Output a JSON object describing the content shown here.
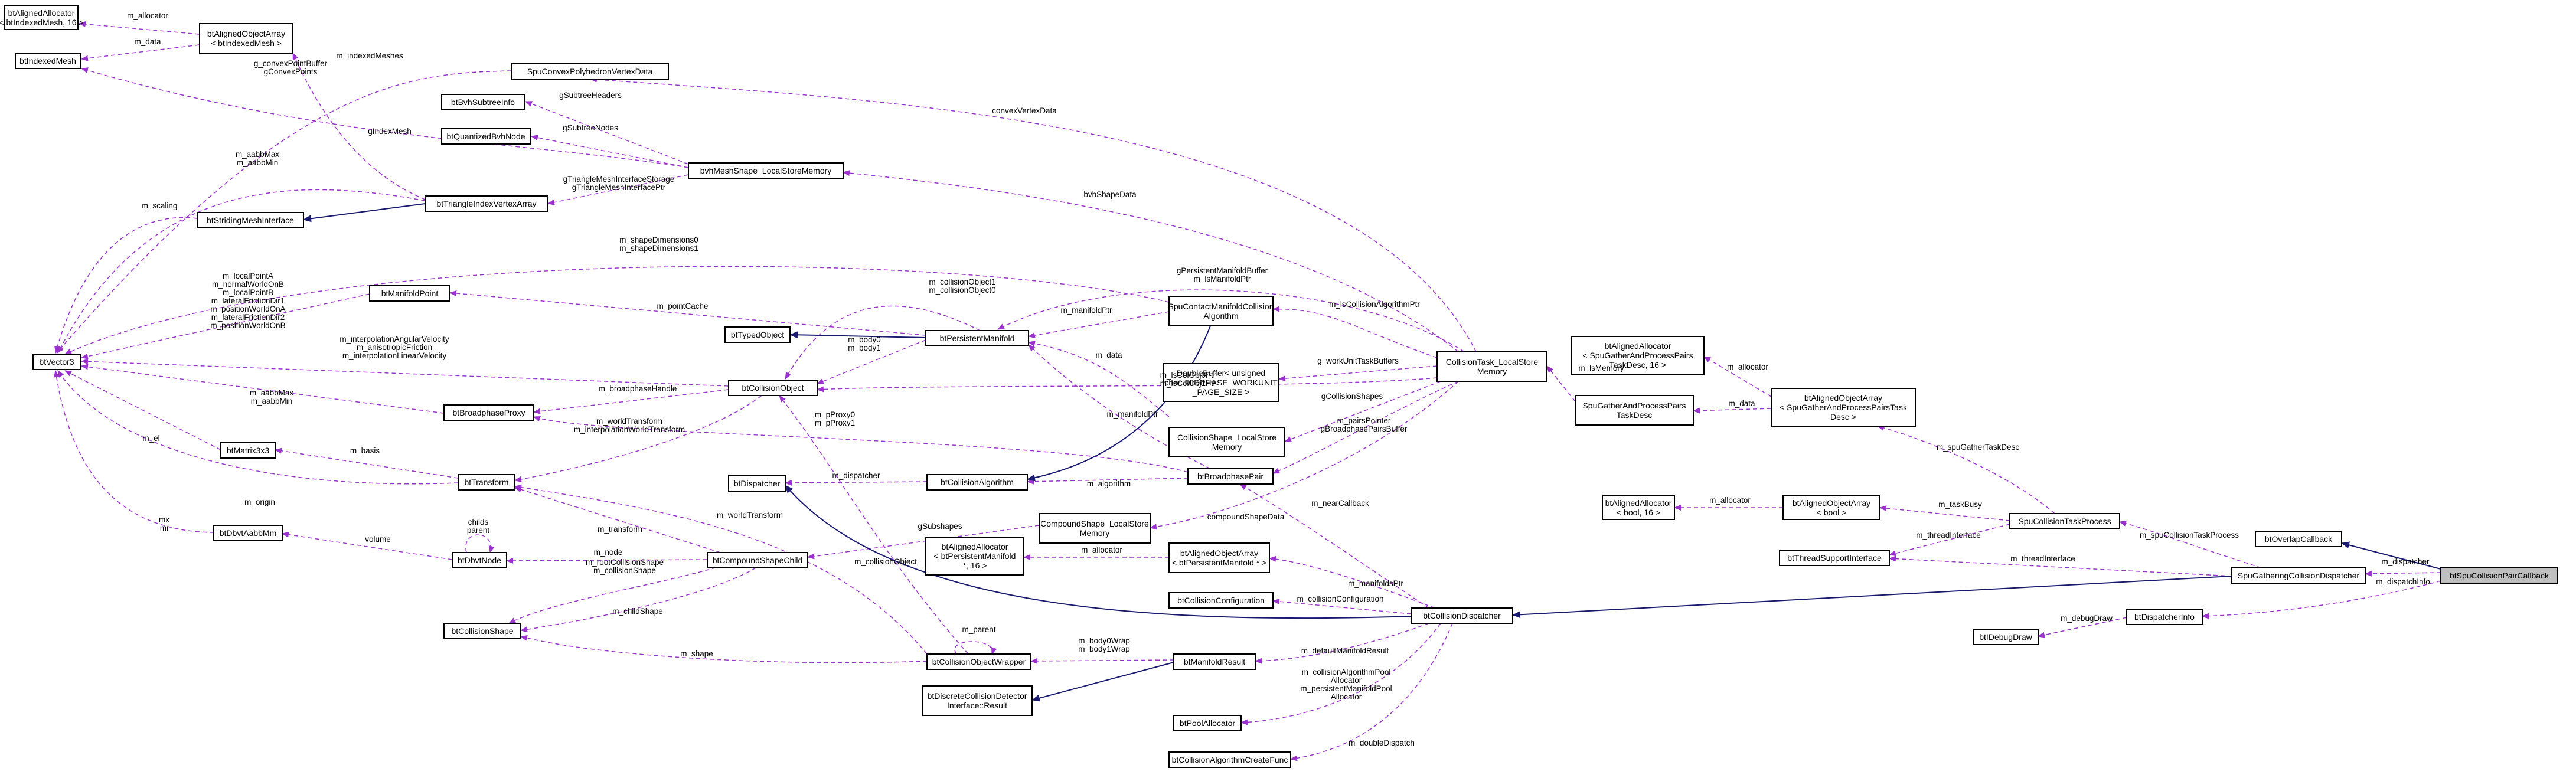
{
  "colors": {
    "usage_edge": "#9a32cd",
    "inherit_edge": "#191970",
    "node_border": "#000000",
    "node_fill": "#ffffff",
    "highlight_fill": "#bfbfbf"
  },
  "nodes": [
    {
      "id": "alloc_mesh",
      "lines": [
        "btAlignedAllocator",
        "< btIndexedMesh, 16 >"
      ]
    },
    {
      "id": "indexedmesh",
      "lines": [
        "btIndexedMesh"
      ]
    },
    {
      "id": "arr_mesh",
      "lines": [
        "btAlignedObjectArray",
        "< btIndexedMesh >"
      ]
    },
    {
      "id": "spuconvex",
      "lines": [
        "SpuConvexPolyhedronVertexData"
      ]
    },
    {
      "id": "bvhsubtree",
      "lines": [
        "btBvhSubtreeInfo"
      ]
    },
    {
      "id": "quantbvh",
      "lines": [
        "btQuantizedBvhNode"
      ]
    },
    {
      "id": "bvhmesh",
      "lines": [
        "bvhMeshShape_LocalStoreMemory"
      ]
    },
    {
      "id": "trivertex",
      "lines": [
        "btTriangleIndexVertexArray"
      ]
    },
    {
      "id": "stridingmesh",
      "lines": [
        "btStridingMeshInterface"
      ]
    },
    {
      "id": "vector3",
      "lines": [
        "btVector3"
      ]
    },
    {
      "id": "manifoldpoint",
      "lines": [
        "btManifoldPoint"
      ]
    },
    {
      "id": "typedobject",
      "lines": [
        "btTypedObject"
      ]
    },
    {
      "id": "persistentmanifold",
      "lines": [
        "btPersistentManifold"
      ]
    },
    {
      "id": "spucontact",
      "lines": [
        "SpuContactManifoldCollision",
        "Algorithm"
      ]
    },
    {
      "id": "doublebuffer",
      "lines": [
        "DoubleBuffer< unsigned",
        "char, MIDPHASE_WORKUNIT",
        "_PAGE_SIZE >"
      ]
    },
    {
      "id": "collisiontask",
      "lines": [
        "CollisionTask_LocalStore",
        "Memory"
      ]
    },
    {
      "id": "alloc_gather",
      "lines": [
        "btAlignedAllocator",
        "< SpuGatherAndProcessPairs",
        "TaskDesc, 16 >"
      ]
    },
    {
      "id": "spugatherdesc",
      "lines": [
        "SpuGatherAndProcessPairs",
        "TaskDesc"
      ]
    },
    {
      "id": "arr_gather",
      "lines": [
        "btAlignedObjectArray",
        "< SpuGatherAndProcessPairsTask",
        "Desc >"
      ]
    },
    {
      "id": "collisionobject",
      "lines": [
        "btCollisionObject"
      ]
    },
    {
      "id": "broadphaseproxy",
      "lines": [
        "btBroadphaseProxy"
      ]
    },
    {
      "id": "collisionshape_ls",
      "lines": [
        "CollisionShape_LocalStore",
        "Memory"
      ]
    },
    {
      "id": "matrix3x3",
      "lines": [
        "btMatrix3x3"
      ]
    },
    {
      "id": "transform",
      "lines": [
        "btTransform"
      ]
    },
    {
      "id": "dispatcher",
      "lines": [
        "btDispatcher"
      ]
    },
    {
      "id": "collisionalgorithm",
      "lines": [
        "btCollisionAlgorithm"
      ]
    },
    {
      "id": "broadphasepair",
      "lines": [
        "btBroadphasePair"
      ]
    },
    {
      "id": "alloc_bool",
      "lines": [
        "btAlignedAllocator",
        "< bool, 16 >"
      ]
    },
    {
      "id": "arr_bool",
      "lines": [
        "btAlignedObjectArray",
        "< bool >"
      ]
    },
    {
      "id": "spucollisiontask",
      "lines": [
        "SpuCollisionTaskProcess"
      ]
    },
    {
      "id": "dbvtaabbmm",
      "lines": [
        "btDbvtAabbMm"
      ]
    },
    {
      "id": "compoundls",
      "lines": [
        "CompoundShape_LocalStore",
        "Memory"
      ]
    },
    {
      "id": "overlapcallback",
      "lines": [
        "btOverlapCallback"
      ]
    },
    {
      "id": "threadsupport",
      "lines": [
        "btThreadSupportInterface"
      ]
    },
    {
      "id": "dbvtnode",
      "lines": [
        "btDbvtNode"
      ]
    },
    {
      "id": "compoundchild",
      "lines": [
        "btCompoundShapeChild"
      ]
    },
    {
      "id": "alloc_pm",
      "lines": [
        "btAlignedAllocator",
        "< btPersistentManifold",
        "*, 16 >"
      ]
    },
    {
      "id": "arr_pm",
      "lines": [
        "btAlignedObjectArray",
        "< btPersistentManifold * >"
      ]
    },
    {
      "id": "spugathering",
      "lines": [
        "SpuGatheringCollisionDispatcher"
      ]
    },
    {
      "id": "spupaircallback",
      "lines": [
        "btSpuCollisionPairCallback"
      ]
    },
    {
      "id": "collisionconfig",
      "lines": [
        "btCollisionConfiguration"
      ]
    },
    {
      "id": "collisiondispatcher",
      "lines": [
        "btCollisionDispatcher"
      ]
    },
    {
      "id": "dispatcherinfo",
      "lines": [
        "btDispatcherInfo"
      ]
    },
    {
      "id": "collisionshape",
      "lines": [
        "btCollisionShape"
      ]
    },
    {
      "id": "debugdraw",
      "lines": [
        "btIDebugDraw"
      ]
    },
    {
      "id": "objwrapper",
      "lines": [
        "btCollisionObjectWrapper"
      ]
    },
    {
      "id": "manifoldresult",
      "lines": [
        "btManifoldResult"
      ]
    },
    {
      "id": "discreteresult",
      "lines": [
        "btDiscreteCollisionDetector",
        "Interface::Result"
      ]
    },
    {
      "id": "poolalloc",
      "lines": [
        "btPoolAllocator"
      ]
    },
    {
      "id": "createfunc",
      "lines": [
        "btCollisionAlgorithmCreateFunc"
      ]
    }
  ],
  "edges": [
    {
      "id": "e_alloc_mesh",
      "labels": [
        "m_allocator"
      ]
    },
    {
      "id": "e_data_mesh",
      "labels": [
        "m_data"
      ]
    },
    {
      "id": "e_indexedmeshes",
      "labels": [
        "m_indexedMeshes"
      ]
    },
    {
      "id": "e_convexbuf",
      "labels": [
        "g_convexPointBuffer",
        "gConvexPoints"
      ]
    },
    {
      "id": "e_gindexmesh",
      "labels": [
        "gIndexMesh"
      ]
    },
    {
      "id": "e_subtreeheaders",
      "labels": [
        "gSubtreeHeaders"
      ]
    },
    {
      "id": "e_subtreenodes",
      "labels": [
        "gSubtreeNodes"
      ]
    },
    {
      "id": "e_trimeshstorage",
      "labels": [
        "gTriangleMeshInterfaceStorage",
        "gTriangleMeshInterfacePtr"
      ]
    },
    {
      "id": "e_aabbmax1",
      "labels": [
        "m_aabbMax",
        "m_aabbMin"
      ]
    },
    {
      "id": "e_scaling",
      "labels": [
        "m_scaling"
      ]
    },
    {
      "id": "e_shapedims",
      "labels": [
        "m_shapeDimensions0",
        "m_shapeDimensions1"
      ]
    },
    {
      "id": "e_manifoldpoint_vec",
      "labels": [
        "m_localPointA",
        "m_normalWorldOnB",
        "m_localPointB",
        "m_lateralFrictionDir1",
        "m_positionWorldOnA",
        "m_lateralFrictionDir2",
        "m_positionWorldOnB"
      ]
    },
    {
      "id": "e_velocity",
      "labels": [
        "m_interpolationAngularVelocity",
        "m_anisotropicFriction",
        "m_interpolationLinearVelocity"
      ]
    },
    {
      "id": "e_aabbmax2",
      "labels": [
        "m_aabbMax",
        "m_aabbMin"
      ]
    },
    {
      "id": "e_el",
      "labels": [
        "m_el"
      ]
    },
    {
      "id": "e_origin",
      "labels": [
        "m_origin"
      ]
    },
    {
      "id": "e_mx",
      "labels": [
        "mx",
        "mi"
      ]
    },
    {
      "id": "e_convexvertexdata",
      "labels": [
        "convexVertexData"
      ]
    },
    {
      "id": "e_bvhshapedata",
      "labels": [
        "bvhShapeData"
      ]
    },
    {
      "id": "e_persistentbuffer",
      "labels": [
        "gPersistentManifoldBuffer",
        "m_lsManifoldPtr"
      ]
    },
    {
      "id": "e_collobj10",
      "labels": [
        "m_collisionObject1",
        "m_collisionObject0"
      ]
    },
    {
      "id": "e_pointcache",
      "labels": [
        "m_pointCache"
      ]
    },
    {
      "id": "e_manifoldptr",
      "labels": [
        "m_manifoldPtr"
      ]
    },
    {
      "id": "e_lscollalgo",
      "labels": [
        "m_lsCollisionAlgorithmPtr"
      ]
    },
    {
      "id": "e_body01",
      "labels": [
        "m_body0",
        "m_body1"
      ]
    },
    {
      "id": "e_data_pm",
      "labels": [
        "m_data"
      ]
    },
    {
      "id": "e_workunit",
      "labels": [
        "g_workUnitTaskBuffers"
      ]
    },
    {
      "id": "e_lsmemory",
      "labels": [
        "m_lsMemory"
      ]
    },
    {
      "id": "e_alloc_gather",
      "labels": [
        "m_allocator"
      ]
    },
    {
      "id": "e_data_gather",
      "labels": [
        "m_data"
      ]
    },
    {
      "id": "e_broadphasehandle",
      "labels": [
        "m_broadphaseHandle"
      ]
    },
    {
      "id": "e_worldtransform",
      "labels": [
        "m_worldTransform",
        "m_interpolationWorldTransform"
      ]
    },
    {
      "id": "e_collobjptr",
      "labels": [
        "m_lsColObj0Ptr",
        "m_lsColObj1Ptr"
      ]
    },
    {
      "id": "e_gcollisionshapes",
      "labels": [
        "gCollisionShapes"
      ]
    },
    {
      "id": "e_manifoldptr2",
      "labels": [
        "m_manifoldPtr"
      ]
    },
    {
      "id": "e_pairsptr",
      "labels": [
        "m_pairsPointer",
        "gBroadphasePairsBuffer"
      ]
    },
    {
      "id": "e_pproxy",
      "labels": [
        "m_pProxy0",
        "m_pProxy1"
      ]
    },
    {
      "id": "e_basis",
      "labels": [
        "m_basis"
      ]
    },
    {
      "id": "e_spugathertask",
      "labels": [
        "m_spuGatherTaskDesc"
      ]
    },
    {
      "id": "e_dispatcher",
      "labels": [
        "m_dispatcher"
      ]
    },
    {
      "id": "e_algorithm",
      "labels": [
        "m_algorithm"
      ]
    },
    {
      "id": "e_nearcallback",
      "labels": [
        "m_nearCallback"
      ]
    },
    {
      "id": "e_alloc_bool",
      "labels": [
        "m_allocator"
      ]
    },
    {
      "id": "e_taskbusy",
      "labels": [
        "m_taskBusy"
      ]
    },
    {
      "id": "e_volume",
      "labels": [
        "volume"
      ]
    },
    {
      "id": "e_childs",
      "labels": [
        "childs",
        "parent"
      ]
    },
    {
      "id": "e_transform",
      "labels": [
        "m_transform"
      ]
    },
    {
      "id": "e_gsubshapes",
      "labels": [
        "gSubshapes"
      ]
    },
    {
      "id": "e_worldtransform2",
      "labels": [
        "m_worldTransform"
      ]
    },
    {
      "id": "e_compounddata",
      "labels": [
        "compoundShapeData"
      ]
    },
    {
      "id": "e_threadinterface",
      "labels": [
        "m_threadInterface"
      ]
    },
    {
      "id": "e_spucollisiontask",
      "labels": [
        "m_spuCollisionTaskProcess"
      ]
    },
    {
      "id": "e_node",
      "labels": [
        "m_node"
      ]
    },
    {
      "id": "e_rootcollshape",
      "labels": [
        "m_rootCollisionShape",
        "m_collisionShape"
      ]
    },
    {
      "id": "e_collisionobject",
      "labels": [
        "m_collisionObject"
      ]
    },
    {
      "id": "e_alloc_pm",
      "labels": [
        "m_allocator"
      ]
    },
    {
      "id": "e_manifoldsptr",
      "labels": [
        "m_manifoldsPtr"
      ]
    },
    {
      "id": "e_threadinterface2",
      "labels": [
        "m_threadInterface"
      ]
    },
    {
      "id": "e_dispatcher2",
      "labels": [
        "m_dispatcher"
      ]
    },
    {
      "id": "e_dispatchinfo",
      "labels": [
        "m_dispatchInfo"
      ]
    },
    {
      "id": "e_collconfig",
      "labels": [
        "m_collisionConfiguration"
      ]
    },
    {
      "id": "e_childshape",
      "labels": [
        "m_childShape"
      ]
    },
    {
      "id": "e_debugdraw",
      "labels": [
        "m_debugDraw"
      ]
    },
    {
      "id": "e_shape",
      "labels": [
        "m_shape"
      ]
    },
    {
      "id": "e_parent",
      "labels": [
        "m_parent"
      ]
    },
    {
      "id": "e_bodywrap",
      "labels": [
        "m_body0Wrap",
        "m_body1Wrap"
      ]
    },
    {
      "id": "e_defaultmanifold",
      "labels": [
        "m_defaultManifoldResult"
      ]
    },
    {
      "id": "e_poolalloc",
      "labels": [
        "m_collisionAlgorithmPool",
        "Allocator",
        "m_persistentManifoldPool",
        "Allocator"
      ]
    },
    {
      "id": "e_doubledispatch",
      "labels": [
        "m_doubleDispatch"
      ]
    }
  ]
}
